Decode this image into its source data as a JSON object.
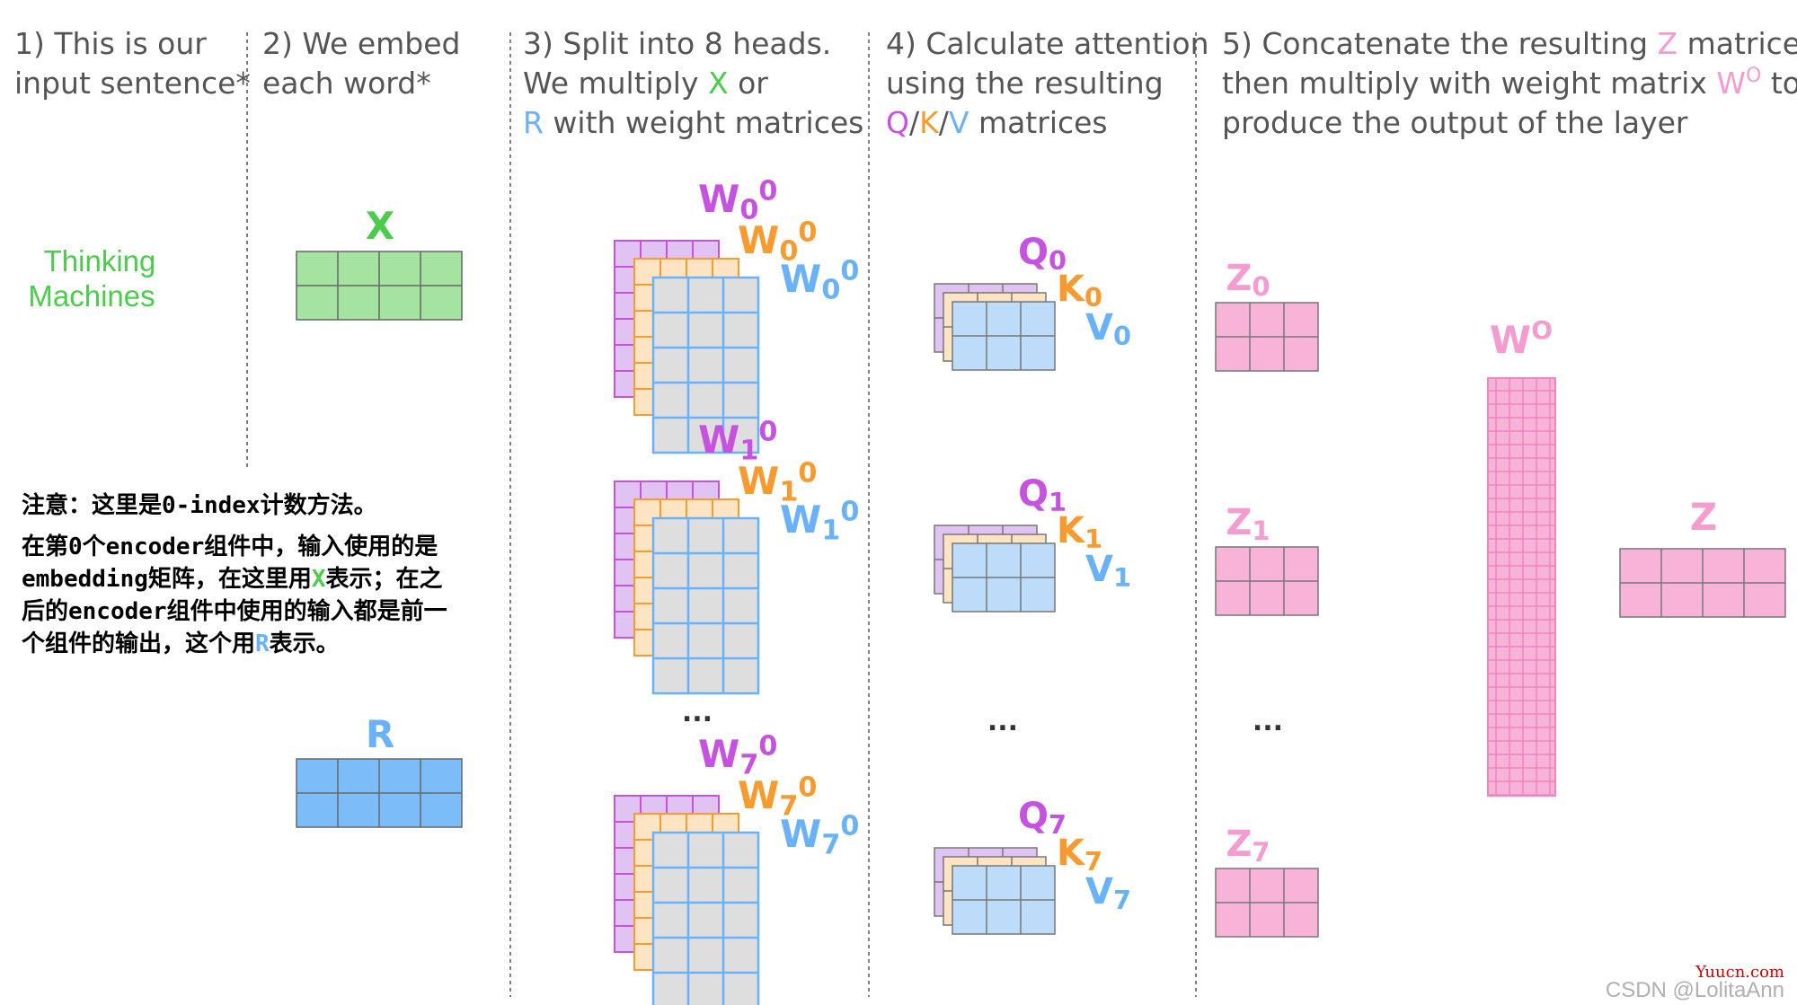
{
  "headers": {
    "col1": [
      "1) This is our",
      "input sentence*"
    ],
    "col2": [
      "2) We embed",
      "each word*"
    ],
    "col3_line1": "3) Split into 8 heads.",
    "col3_line2_pre": "We multiply ",
    "col3_line2_x": "X",
    "col3_line2_post": " or",
    "col3_line3_r": "R",
    "col3_line3_post": " with weight matrices",
    "col4_line1": "4) Calculate attention",
    "col4_line2": "using the resulting",
    "col4_line3_q": "Q",
    "col4_line3_s1": "/",
    "col4_line3_k": "K",
    "col4_line3_s2": "/",
    "col4_line3_v": "V",
    "col4_line3_post": " matrices",
    "col5_line1_pre": "5) Concatenate the resulting ",
    "col5_line1_z": "Z",
    "col5_line1_post": " matrices,",
    "col5_line2_pre": "then multiply with weight matrix ",
    "col5_line2_w": "W",
    "col5_line2_wsup": "O",
    "col5_line2_post": " to",
    "col5_line3": "produce the output of the layer"
  },
  "sentence": [
    "Thinking",
    "Machines"
  ],
  "labels": {
    "x": "X",
    "r": "R",
    "w": "W",
    "q": "Q",
    "k": "K",
    "v": "V",
    "z": "Z",
    "wo_sup": "O",
    "ellipsis": "..."
  },
  "heads": [
    "0",
    "1",
    "7"
  ],
  "note": {
    "line1": "注意：这里是0-index计数方法。",
    "line2_a": "在第0个encoder组件中，输入使用的是",
    "line2_b": "embedding矩阵，在这里用",
    "line2_x": "X",
    "line2_c": "表示；在之",
    "line2_d": "后的encoder组件中使用的输入都是前一",
    "line2_e": "个组件的输出，这个用",
    "line2_r": "R",
    "line2_f": "表示。"
  },
  "watermark": {
    "site": "Yuucn.com",
    "credit": "CSDN @LolitaAnn"
  },
  "colors": {
    "green": "#4ccc4c",
    "green_fill": "#a4e3a0",
    "blue": "#6ab2f7",
    "blue_fill": "#7bbcf9",
    "purple": "#c653e0",
    "purple_fill": "#e0c2f3",
    "orange": "#f79a2f",
    "orange_fill": "#fde4c2",
    "light_blue_fill": "#bddcf9",
    "pink": "#f49ccf",
    "pink_fill": "#f8b4d8",
    "grey_fill": "#dedede",
    "header_text": "#555555"
  }
}
